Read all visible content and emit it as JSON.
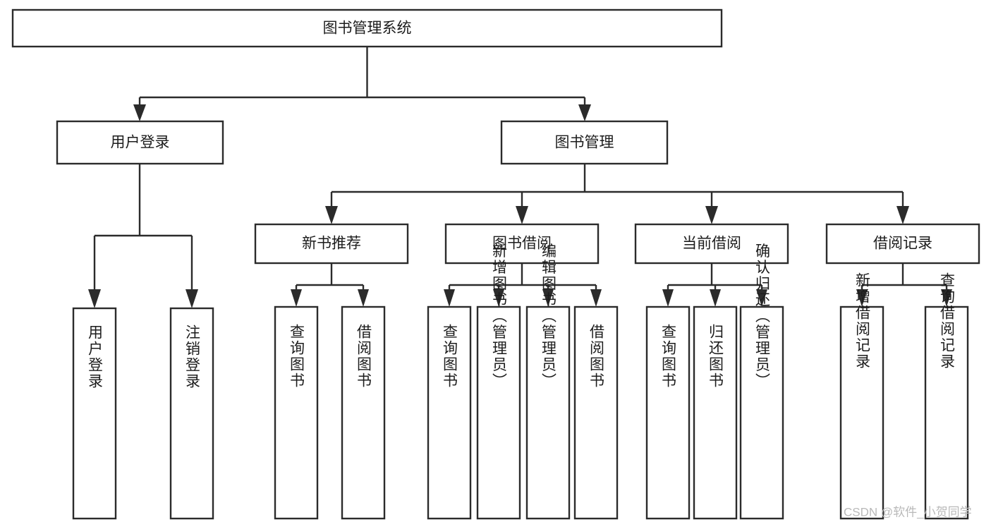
{
  "diagram": {
    "title": "图书管理系统",
    "type": "tree-hierarchy",
    "watermark": "CSDN @软件_小贺同学",
    "colors": {
      "stroke": "#2b2b2b",
      "fill": "#ffffff",
      "text": "#1c1c1c",
      "watermark": "#b9b9b9",
      "background": "#ffffff"
    },
    "root": {
      "label": "图书管理系统"
    },
    "level2": [
      {
        "label": "用户登录"
      },
      {
        "label": "图书管理"
      }
    ],
    "level3": [
      {
        "label": "新书推荐"
      },
      {
        "label": "图书借阅"
      },
      {
        "label": "当前借阅"
      },
      {
        "label": "借阅记录"
      }
    ],
    "leaves": {
      "user_login": [
        {
          "label": "用户登录"
        },
        {
          "label": "注销登录"
        }
      ],
      "new_book_rec": [
        {
          "label": "查询图书"
        },
        {
          "label": "借阅图书"
        }
      ],
      "book_borrow": [
        {
          "label": "查询图书"
        },
        {
          "label": "新增图书（管理员）"
        },
        {
          "label": "编辑图书（管理员）"
        },
        {
          "label": "借阅图书"
        }
      ],
      "current_borrow": [
        {
          "label": "查询图书"
        },
        {
          "label": "归还图书"
        },
        {
          "label": "确认归还（管理员）"
        }
      ],
      "borrow_record": [
        {
          "label": "新增借阅记录"
        },
        {
          "label": "查询借阅记录"
        }
      ]
    }
  }
}
